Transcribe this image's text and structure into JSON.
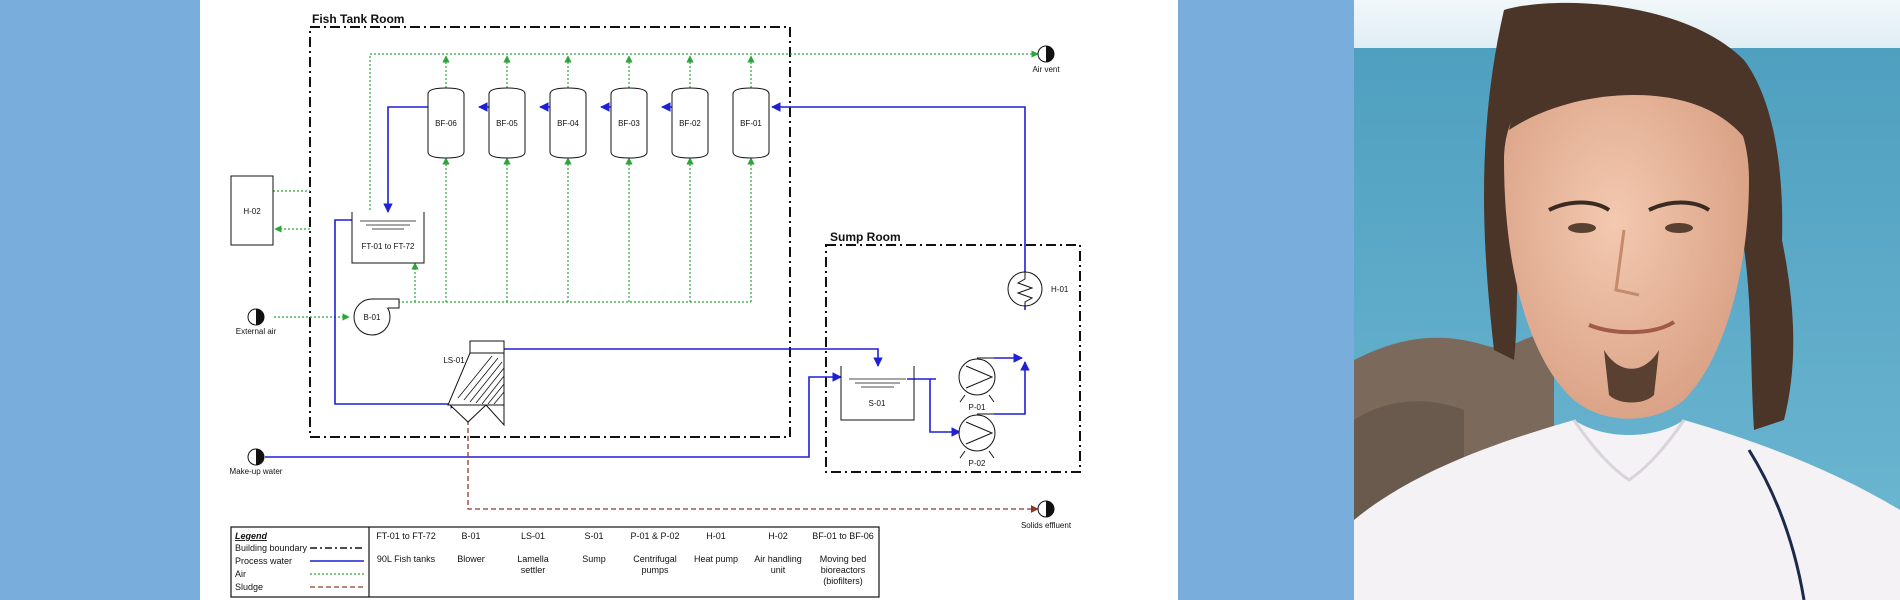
{
  "rooms": {
    "fish_tank": "Fish Tank Room",
    "sump": "Sump Room"
  },
  "equipment": {
    "bf06": "BF-06",
    "bf05": "BF-05",
    "bf04": "BF-04",
    "bf03": "BF-03",
    "bf02": "BF-02",
    "bf01": "BF-01",
    "h02": "H-02",
    "tanks": "FT-01 to FT-72",
    "blower": "B-01",
    "settler": "LS-01",
    "sump": "S-01",
    "heat_pump": "H-01",
    "pump1": "P-01",
    "pump2": "P-02"
  },
  "endpoints": {
    "air_vent": "Air vent",
    "external_air": "External air",
    "makeup_water": "Make-up water",
    "solids_effluent": "Solids effluent"
  },
  "legend": {
    "title": "Legend",
    "lines": [
      {
        "label": "Building boundary"
      },
      {
        "label": "Process water"
      },
      {
        "label": "Air"
      },
      {
        "label": "Sludge"
      }
    ],
    "columns": [
      {
        "code": "FT-01 to FT-72",
        "desc": [
          "90L Fish tanks"
        ]
      },
      {
        "code": "B-01",
        "desc": [
          "Blower"
        ]
      },
      {
        "code": "LS-01",
        "desc": [
          "Lamella",
          "settler"
        ]
      },
      {
        "code": "S-01",
        "desc": [
          "Sump"
        ]
      },
      {
        "code": "P-01 & P-02",
        "desc": [
          "Centrifugal",
          "pumps"
        ]
      },
      {
        "code": "H-01",
        "desc": [
          "Heat pump"
        ]
      },
      {
        "code": "H-02",
        "desc": [
          "Air handling",
          "unit"
        ]
      },
      {
        "code": "BF-01 to BF-06",
        "desc": [
          "Moving bed",
          "bioreactors",
          "(biofilters)"
        ]
      }
    ]
  },
  "colors": {
    "process_water": "#1f1fd6",
    "air": "#2aa63a",
    "sludge": "#8b3a2a",
    "boundary": "#111111",
    "background": "#79addc"
  },
  "photo": {
    "icon": "portrait-photo"
  }
}
